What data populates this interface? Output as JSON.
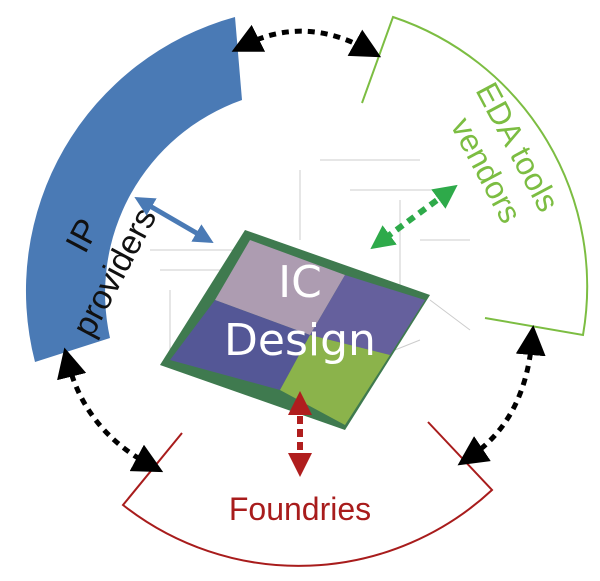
{
  "diagram": {
    "center": {
      "line1": "IC",
      "line2": "Design"
    },
    "segments": [
      {
        "id": "ip",
        "line1": "IP",
        "line2": "providers",
        "color": "#4a7ab5"
      },
      {
        "id": "eda",
        "line1": "EDA tools",
        "line2": "vendors",
        "color": "#7cbd42"
      },
      {
        "id": "foundries",
        "line1": "Foundries",
        "color": "#a81c1c"
      }
    ],
    "arrows": {
      "ip_center_color": "#4a7ab5",
      "eda_center_color": "#2eaa4a",
      "foundry_center_color": "#b01e1e",
      "peer_color": "#000000"
    }
  }
}
